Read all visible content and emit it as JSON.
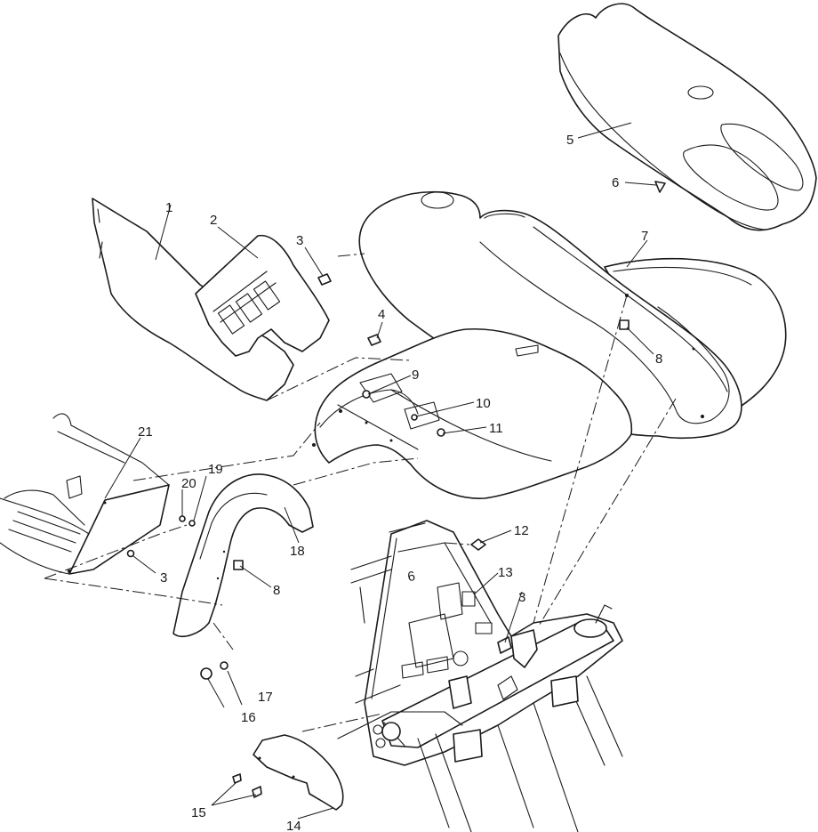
{
  "callouts": [
    {
      "label": "1"
    },
    {
      "label": "2"
    },
    {
      "label": "3"
    },
    {
      "label": "4"
    },
    {
      "label": "5"
    },
    {
      "label": "6"
    },
    {
      "label": "7"
    },
    {
      "label": "8"
    },
    {
      "label": "8"
    },
    {
      "label": "9"
    },
    {
      "label": "10"
    },
    {
      "label": "11"
    },
    {
      "label": "12"
    },
    {
      "label": "13"
    },
    {
      "label": "3"
    },
    {
      "label": "3"
    },
    {
      "label": "14"
    },
    {
      "label": "15"
    },
    {
      "label": "16"
    },
    {
      "label": "17"
    },
    {
      "label": "18"
    },
    {
      "label": "19"
    },
    {
      "label": "20"
    },
    {
      "label": "21"
    }
  ],
  "frame_mark": "6",
  "colors": {
    "ink": "#1a1a1a",
    "paper": "#ffffff"
  }
}
